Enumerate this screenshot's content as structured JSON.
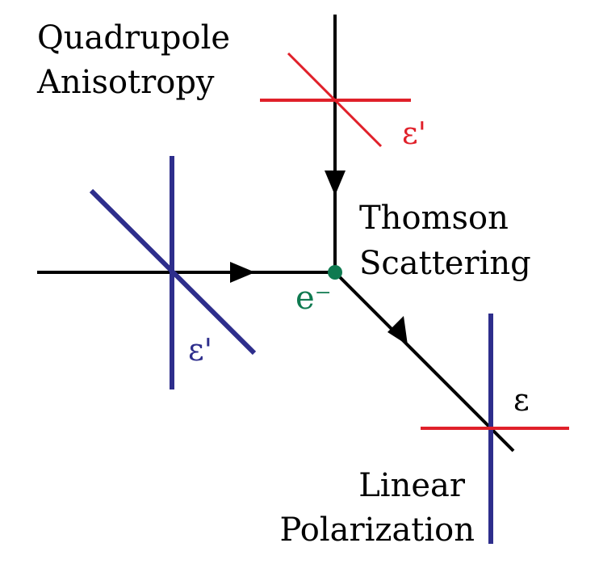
{
  "labels": {
    "quadrupole_line1": "Quadrupole",
    "quadrupole_line2": "Anisotropy",
    "thomson_line1": "Thomson",
    "thomson_line2": "Scattering",
    "linear_line1": "Linear",
    "linear_line2": "Polarization",
    "electron": "e⁻",
    "eps_prime_top": "ε'",
    "eps_prime_left": "ε'",
    "eps_out": "ε"
  },
  "colors": {
    "ray": "#000000",
    "red_polarization": "#e0202a",
    "blue_polarization": "#2e2e8c",
    "electron": "#0f7a50",
    "text": "#000000"
  }
}
